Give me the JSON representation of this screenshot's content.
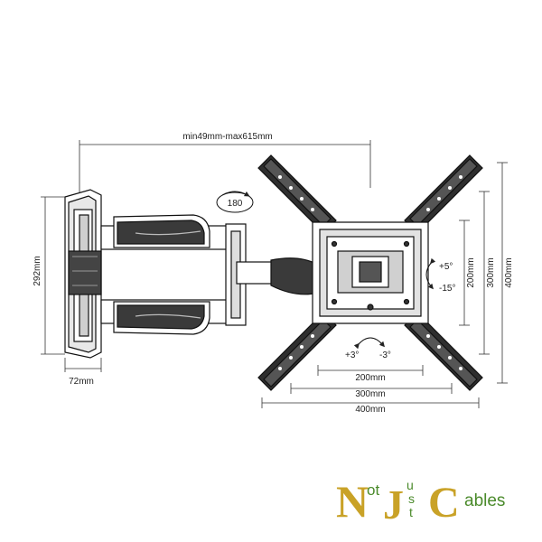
{
  "dimensions": {
    "arm_extension": "min49mm-max615mm",
    "swivel": "180",
    "wall_plate_height": "292mm",
    "wall_plate_width": "72mm",
    "tilt_up": "+5°",
    "tilt_down": "-15°",
    "rotate_plus": "+3°",
    "rotate_minus": "-3°",
    "vesa_h_200": "200mm",
    "vesa_h_300": "300mm",
    "vesa_h_400": "400mm",
    "vesa_v_200": "200mm",
    "vesa_v_300": "300mm",
    "vesa_v_400": "400mm"
  },
  "logo": {
    "letter_n": "N",
    "ot": "ot",
    "letter_j": "J",
    "ust_u": "u",
    "ust_s": "s",
    "ust_t": "t",
    "letter_c": "C",
    "ables": "ables",
    "colors": {
      "gold": "#c9a227",
      "green": "#4a8a2a",
      "dark_green": "#2f6e1c"
    }
  }
}
